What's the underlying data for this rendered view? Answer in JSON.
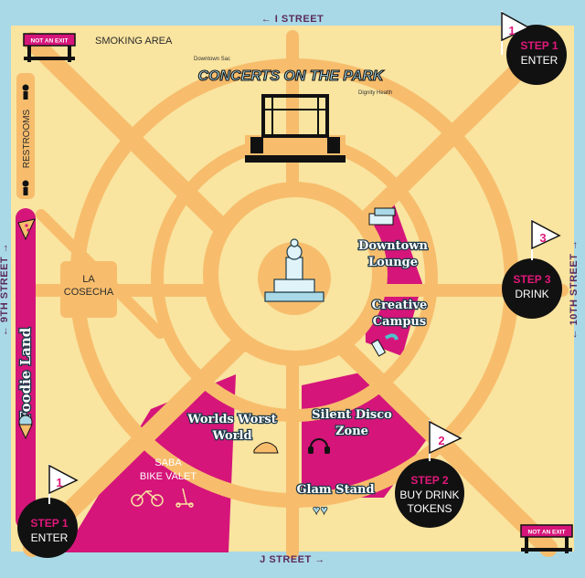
{
  "streets": {
    "north": "I STREET",
    "south": "J STREET",
    "west": "9TH STREET",
    "east": "10TH STREET"
  },
  "event": {
    "title": "CONCERTS ON THE PARK",
    "presenter": "Downtown Sac",
    "sponsor": "Dignity Health"
  },
  "labels": {
    "smoking_area": "SMOKING AREA",
    "restrooms": "RESTROOMS",
    "foodie_land": "Foodie Land",
    "la_cosecha_1": "LA",
    "la_cosecha_2": "COSECHA",
    "saba_1": "SABA",
    "saba_2": "BIKE VALET",
    "not_an_exit": "NOT AN EXIT"
  },
  "zones": {
    "downtown_lounge_1": "Downtown",
    "downtown_lounge_2": "Lounge",
    "creative_campus_1": "Creative",
    "creative_campus_2": "Campus",
    "worlds_worst_1": "Worlds Worst",
    "worlds_worst_2": "World",
    "silent_disco_1": "Silent Disco",
    "silent_disco_2": "Zone",
    "glam_stand": "Glam Stand"
  },
  "steps": {
    "step1": {
      "number": "1",
      "label": "STEP 1",
      "action": "ENTER"
    },
    "step2": {
      "number": "2",
      "label": "STEP 2",
      "line1": "BUY DRINK",
      "line2": "TOKENS"
    },
    "step3": {
      "number": "3",
      "label": "STEP 3",
      "action": "DRINK"
    }
  },
  "colors": {
    "water": "#a9d9e6",
    "park": "#f9e4a0",
    "path": "#f7bd6c",
    "zone": "#d5157a",
    "dark": "#111111",
    "accent_pink": "#e0187a"
  }
}
